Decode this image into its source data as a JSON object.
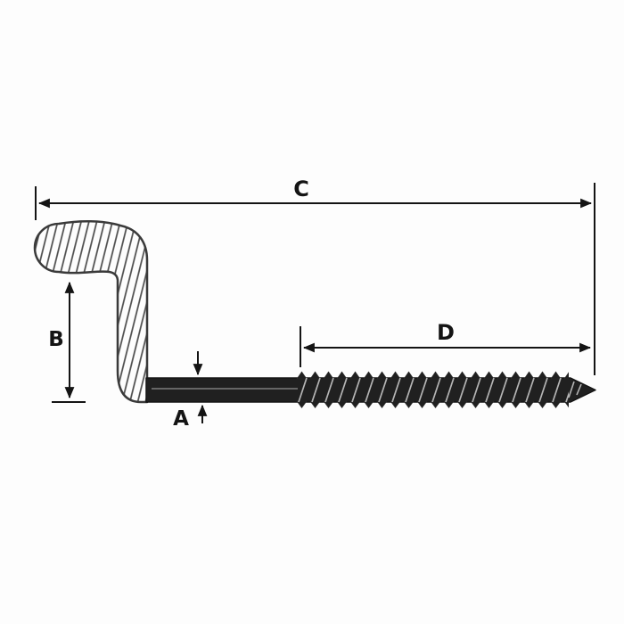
{
  "diagram": {
    "labels": {
      "a": "A",
      "b": "B",
      "c": "C",
      "d": "D"
    },
    "colors": {
      "ink": "#141414",
      "shank_fill": "#202020",
      "hatch_line": "#4a4a4a",
      "thread_highlight": "#b5b5b5",
      "background": "#fdfdfd"
    }
  }
}
